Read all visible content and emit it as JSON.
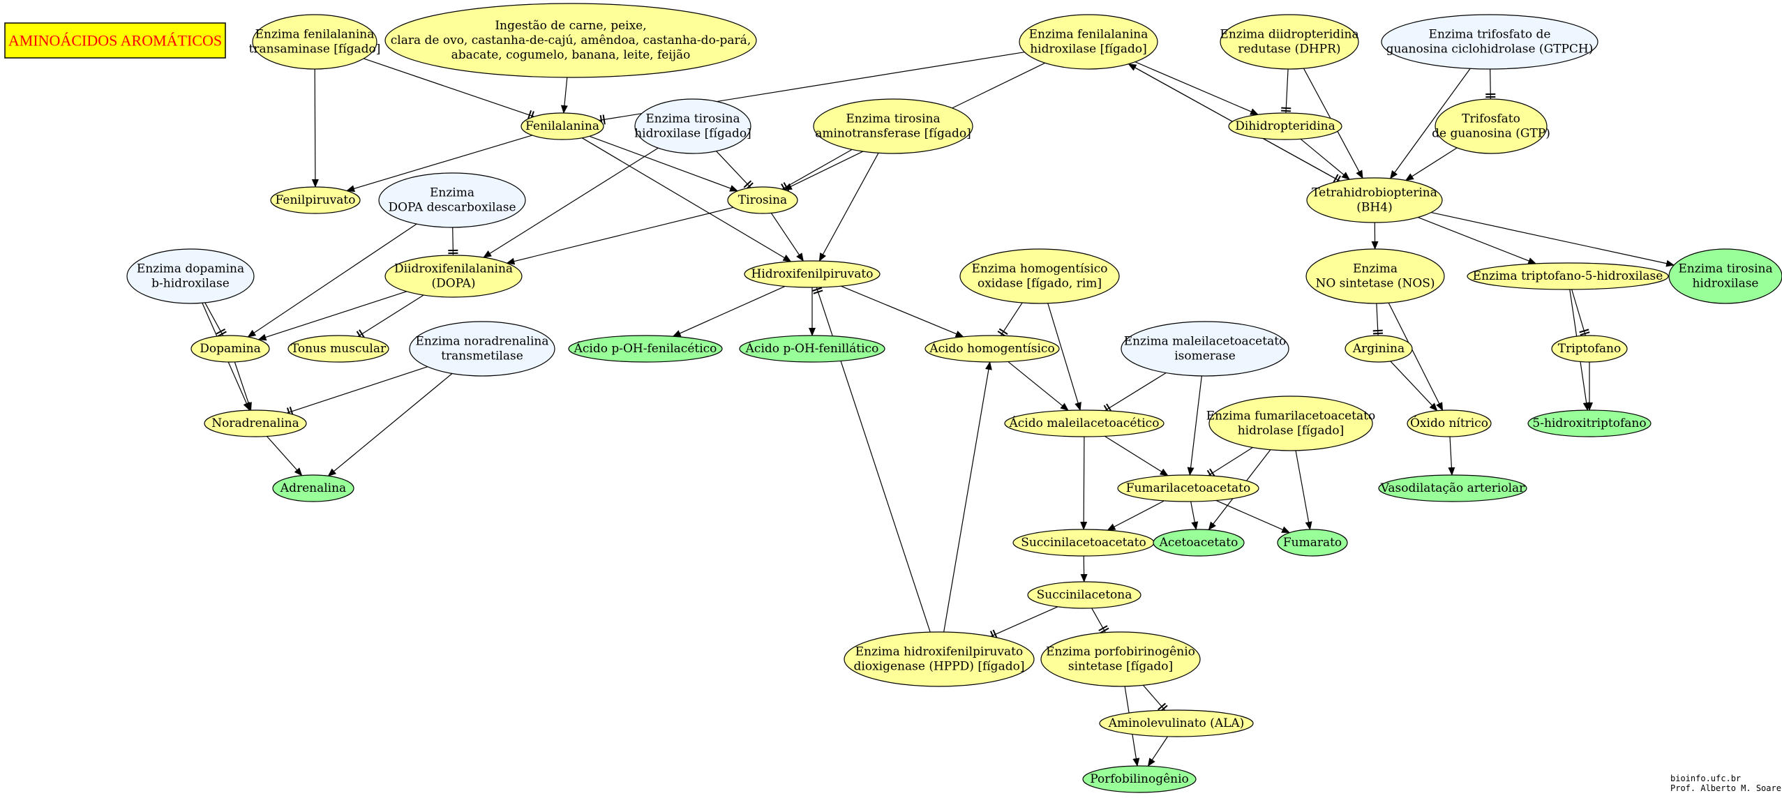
{
  "title": "AMINOÁCIDOS AROMÁTICOS",
  "colors": {
    "yellow": "#ffff99",
    "blue": "#eef6ff",
    "green": "#99ff99",
    "title_bg": "#ffff00",
    "title_text": "#ff0000"
  },
  "nodes": {
    "enz_fen_transaminase": {
      "lines": [
        "Enzima fenilalanina",
        "transaminase [fígado]"
      ],
      "color": "yellow"
    },
    "ingestao": {
      "lines": [
        "Ingestão de carne, peixe,",
        "clara de ovo, castanha-de-cajú, amêndoa, castanha-do-pará,",
        "abacate, cogumelo, banana, leite, feijão"
      ],
      "color": "yellow"
    },
    "fenilalanina": {
      "lines": [
        "Fenilalanina"
      ],
      "color": "yellow"
    },
    "fenilpiruvato": {
      "lines": [
        "Fenilpiruvato"
      ],
      "color": "yellow"
    },
    "enz_tir_hidroxilase": {
      "lines": [
        "Enzima tirosina",
        "hidroxilase [fígado]"
      ],
      "color": "blue"
    },
    "enz_tir_aminotransferase": {
      "lines": [
        "Enzima tirosina",
        "aminotransferase [fígado]"
      ],
      "color": "yellow"
    },
    "tirosina": {
      "lines": [
        "Tirosina"
      ],
      "color": "yellow"
    },
    "enz_dopa_desc": {
      "lines": [
        "Enzima",
        "DOPA descarboxilase"
      ],
      "color": "blue"
    },
    "dopa": {
      "lines": [
        "Diidroxifenilalanina",
        "(DOPA)"
      ],
      "color": "yellow"
    },
    "enz_dopamina_bh": {
      "lines": [
        "Enzima dopamina",
        "b-hidroxilase"
      ],
      "color": "blue"
    },
    "dopamina": {
      "lines": [
        "Dopamina"
      ],
      "color": "yellow"
    },
    "tonus": {
      "lines": [
        "Tonus muscular"
      ],
      "color": "yellow"
    },
    "enz_noradr_trans": {
      "lines": [
        "Enzima noradrenalina",
        "transmetilase"
      ],
      "color": "blue"
    },
    "noradrenalina": {
      "lines": [
        "Noradrenalina"
      ],
      "color": "yellow"
    },
    "adrenalina": {
      "lines": [
        "Adrenalina"
      ],
      "color": "green"
    },
    "hidroxifenilpiruvato": {
      "lines": [
        "Hidroxifenilpiruvato"
      ],
      "color": "yellow"
    },
    "ac_pohfenilacetico": {
      "lines": [
        "Ácido p-OH-fenilacético"
      ],
      "color": "green"
    },
    "ac_pohfenillatico": {
      "lines": [
        "Ácido p-OH-fenillático"
      ],
      "color": "green"
    },
    "enz_homogent_ox": {
      "lines": [
        "Enzima homogentísico",
        "oxidase [fígado, rim]"
      ],
      "color": "yellow"
    },
    "ac_homogentisico": {
      "lines": [
        "Ácido homogentísico"
      ],
      "color": "yellow"
    },
    "enz_maleil_isom": {
      "lines": [
        "Enzima maleilacetoacetato",
        "isomerase"
      ],
      "color": "blue"
    },
    "ac_maleilacetoacetico": {
      "lines": [
        "Ácido maleilacetoacético"
      ],
      "color": "yellow"
    },
    "enz_fumaril_hidr": {
      "lines": [
        "Enzima fumarilacetoacetato",
        "hidrolase [fígado]"
      ],
      "color": "yellow"
    },
    "fumarilacetoacetato": {
      "lines": [
        "Fumarilacetoacetato"
      ],
      "color": "yellow"
    },
    "succinilacetoacetato": {
      "lines": [
        "Succinilacetoacetato"
      ],
      "color": "yellow"
    },
    "acetoacetato": {
      "lines": [
        "Acetoacetato"
      ],
      "color": "green"
    },
    "fumarato": {
      "lines": [
        "Fumarato"
      ],
      "color": "green"
    },
    "succinilacetona": {
      "lines": [
        "Succinilacetona"
      ],
      "color": "yellow"
    },
    "enz_hppd": {
      "lines": [
        "Enzima hidroxifenilpiruvato",
        "dioxigenase (HPPD) [fígado]"
      ],
      "color": "yellow"
    },
    "enz_porfob_sint": {
      "lines": [
        "Enzima porfobirinogênio",
        "sintetase [fígado]"
      ],
      "color": "yellow"
    },
    "ala": {
      "lines": [
        "Aminolevulinato (ALA)"
      ],
      "color": "yellow"
    },
    "porfobilinogenio": {
      "lines": [
        "Porfobilinogênio"
      ],
      "color": "green"
    },
    "enz_fen_hidroxilase": {
      "lines": [
        "Enzima fenilalanina",
        "hidroxilase [fígado]"
      ],
      "color": "yellow"
    },
    "enz_dhpr": {
      "lines": [
        "Enzima diidropteridina",
        "redutase (DHPR)"
      ],
      "color": "yellow"
    },
    "enz_gtpch": {
      "lines": [
        "Enzima trifosfato de",
        "guanosina ciclohidrolase (GTPCH)"
      ],
      "color": "blue"
    },
    "dihidropteridina": {
      "lines": [
        "Dihidropteridina"
      ],
      "color": "yellow"
    },
    "gtp": {
      "lines": [
        "Trifosfato",
        "de guanosina (GTP)"
      ],
      "color": "yellow"
    },
    "bh4": {
      "lines": [
        "Tetrahidrobiopterina",
        "(BH4)"
      ],
      "color": "yellow"
    },
    "enz_nos": {
      "lines": [
        "Enzima",
        "NO sintetase (NOS)"
      ],
      "color": "yellow"
    },
    "enz_trp_hidr": {
      "lines": [
        "Enzima triptofano-5-hidroxilase"
      ],
      "color": "yellow"
    },
    "enz_tir_hidr2": {
      "lines": [
        "Enzima tirosina",
        "hidroxilase"
      ],
      "color": "green"
    },
    "arginina": {
      "lines": [
        "Arginina"
      ],
      "color": "yellow"
    },
    "triptofano": {
      "lines": [
        "Triptofano"
      ],
      "color": "yellow"
    },
    "oxido_nitrico": {
      "lines": [
        "Óxido nítrico"
      ],
      "color": "yellow"
    },
    "hidroxitriptofano": {
      "lines": [
        "5-hidroxitriptofano"
      ],
      "color": "green"
    },
    "vasodilatacao": {
      "lines": [
        "Vasodilatação arteriolar"
      ],
      "color": "green"
    }
  },
  "edges": [
    {
      "from": "enz_fen_transaminase",
      "to": "fenilpiruvato",
      "kind": "arrow"
    },
    {
      "from": "enz_fen_transaminase",
      "to": "fenilalanina",
      "kind": "tee"
    },
    {
      "from": "ingestao",
      "to": "fenilalanina",
      "kind": "arrow"
    },
    {
      "from": "fenilalanina",
      "to": "fenilpiruvato",
      "kind": "arrow"
    },
    {
      "from": "fenilalanina",
      "to": "tirosina",
      "kind": "arrow"
    },
    {
      "from": "fenilalanina",
      "to": "hidroxifenilpiruvato",
      "kind": "arrow"
    },
    {
      "from": "enz_fen_hidroxilase",
      "to": "fenilalanina",
      "kind": "tee"
    },
    {
      "from": "enz_fen_hidroxilase",
      "to": "tirosina",
      "kind": "arrow"
    },
    {
      "from": "enz_tir_hidroxilase",
      "to": "tirosina",
      "kind": "tee"
    },
    {
      "from": "enz_tir_hidroxilase",
      "to": "dopa",
      "kind": "arrow"
    },
    {
      "from": "enz_tir_aminotransferase",
      "to": "tirosina",
      "kind": "tee"
    },
    {
      "from": "enz_tir_aminotransferase",
      "to": "hidroxifenilpiruvato",
      "kind": "arrow"
    },
    {
      "from": "tirosina",
      "to": "dopa",
      "kind": "arrow"
    },
    {
      "from": "tirosina",
      "to": "hidroxifenilpiruvato",
      "kind": "arrow"
    },
    {
      "from": "enz_dopa_desc",
      "to": "dopa",
      "kind": "tee"
    },
    {
      "from": "enz_dopa_desc",
      "to": "dopamina",
      "kind": "arrow"
    },
    {
      "from": "dopa",
      "to": "dopamina",
      "kind": "arrow"
    },
    {
      "from": "dopa",
      "to": "tonus",
      "kind": "tee"
    },
    {
      "from": "enz_dopamina_bh",
      "to": "dopamina",
      "kind": "tee"
    },
    {
      "from": "enz_dopamina_bh",
      "to": "noradrenalina",
      "kind": "arrow"
    },
    {
      "from": "dopamina",
      "to": "noradrenalina",
      "kind": "arrow"
    },
    {
      "from": "enz_noradr_trans",
      "to": "noradrenalina",
      "kind": "tee"
    },
    {
      "from": "enz_noradr_trans",
      "to": "adrenalina",
      "kind": "arrow"
    },
    {
      "from": "noradrenalina",
      "to": "adrenalina",
      "kind": "arrow"
    },
    {
      "from": "hidroxifenilpiruvato",
      "to": "ac_pohfenilacetico",
      "kind": "arrow"
    },
    {
      "from": "hidroxifenilpiruvato",
      "to": "ac_pohfenillatico",
      "kind": "arrow"
    },
    {
      "from": "hidroxifenilpiruvato",
      "to": "ac_homogentisico",
      "kind": "arrow"
    },
    {
      "from": "enz_hppd",
      "to": "hidroxifenilpiruvato",
      "kind": "tee"
    },
    {
      "from": "enz_hppd",
      "to": "ac_homogentisico",
      "kind": "arrow"
    },
    {
      "from": "enz_homogent_ox",
      "to": "ac_homogentisico",
      "kind": "tee"
    },
    {
      "from": "enz_homogent_ox",
      "to": "ac_maleilacetoacetico",
      "kind": "arrow"
    },
    {
      "from": "ac_homogentisico",
      "to": "ac_maleilacetoacetico",
      "kind": "arrow"
    },
    {
      "from": "enz_maleil_isom",
      "to": "ac_maleilacetoacetico",
      "kind": "tee"
    },
    {
      "from": "enz_maleil_isom",
      "to": "fumarilacetoacetato",
      "kind": "arrow"
    },
    {
      "from": "ac_maleilacetoacetico",
      "to": "fumarilacetoacetato",
      "kind": "arrow"
    },
    {
      "from": "ac_maleilacetoacetico",
      "to": "succinilacetoacetato",
      "kind": "arrow"
    },
    {
      "from": "enz_fumaril_hidr",
      "to": "fumarilacetoacetato",
      "kind": "tee"
    },
    {
      "from": "enz_fumaril_hidr",
      "to": "acetoacetato",
      "kind": "arrow"
    },
    {
      "from": "enz_fumaril_hidr",
      "to": "fumarato",
      "kind": "arrow"
    },
    {
      "from": "fumarilacetoacetato",
      "to": "succinilacetoacetato",
      "kind": "arrow"
    },
    {
      "from": "fumarilacetoacetato",
      "to": "acetoacetato",
      "kind": "arrow"
    },
    {
      "from": "fumarilacetoacetato",
      "to": "fumarato",
      "kind": "arrow"
    },
    {
      "from": "succinilacetoacetato",
      "to": "succinilacetona",
      "kind": "arrow"
    },
    {
      "from": "succinilacetona",
      "to": "enz_hppd",
      "kind": "tee"
    },
    {
      "from": "succinilacetona",
      "to": "enz_porfob_sint",
      "kind": "tee"
    },
    {
      "from": "enz_porfob_sint",
      "to": "ala",
      "kind": "tee"
    },
    {
      "from": "enz_porfob_sint",
      "to": "porfobilinogenio",
      "kind": "arrow"
    },
    {
      "from": "ala",
      "to": "porfobilinogenio",
      "kind": "arrow"
    },
    {
      "from": "enz_fen_hidroxilase",
      "to": "dihidropteridina",
      "kind": "arrow"
    },
    {
      "from": "enz_fen_hidroxilase",
      "to": "bh4",
      "kind": "tee"
    },
    {
      "from": "bh4",
      "to": "enz_fen_hidroxilase",
      "kind": "arrow"
    },
    {
      "from": "enz_dhpr",
      "to": "dihidropteridina",
      "kind": "tee"
    },
    {
      "from": "enz_dhpr",
      "to": "bh4",
      "kind": "arrow"
    },
    {
      "from": "dihidropteridina",
      "to": "bh4",
      "kind": "arrow"
    },
    {
      "from": "enz_gtpch",
      "to": "gtp",
      "kind": "tee"
    },
    {
      "from": "enz_gtpch",
      "to": "bh4",
      "kind": "arrow"
    },
    {
      "from": "gtp",
      "to": "bh4",
      "kind": "arrow"
    },
    {
      "from": "bh4",
      "to": "enz_nos",
      "kind": "arrow"
    },
    {
      "from": "bh4",
      "to": "enz_trp_hidr",
      "kind": "arrow"
    },
    {
      "from": "bh4",
      "to": "enz_tir_hidr2",
      "kind": "arrow"
    },
    {
      "from": "enz_nos",
      "to": "arginina",
      "kind": "tee"
    },
    {
      "from": "enz_nos",
      "to": "oxido_nitrico",
      "kind": "arrow"
    },
    {
      "from": "arginina",
      "to": "oxido_nitrico",
      "kind": "arrow"
    },
    {
      "from": "oxido_nitrico",
      "to": "vasodilatacao",
      "kind": "arrow"
    },
    {
      "from": "enz_trp_hidr",
      "to": "triptofano",
      "kind": "tee"
    },
    {
      "from": "enz_trp_hidr",
      "to": "hidroxitriptofano",
      "kind": "arrow"
    },
    {
      "from": "triptofano",
      "to": "hidroxitriptofano",
      "kind": "arrow"
    }
  ],
  "credit": {
    "line1": "bioinfo.ufc.br",
    "line2": "Prof. Alberto M. Soares"
  }
}
